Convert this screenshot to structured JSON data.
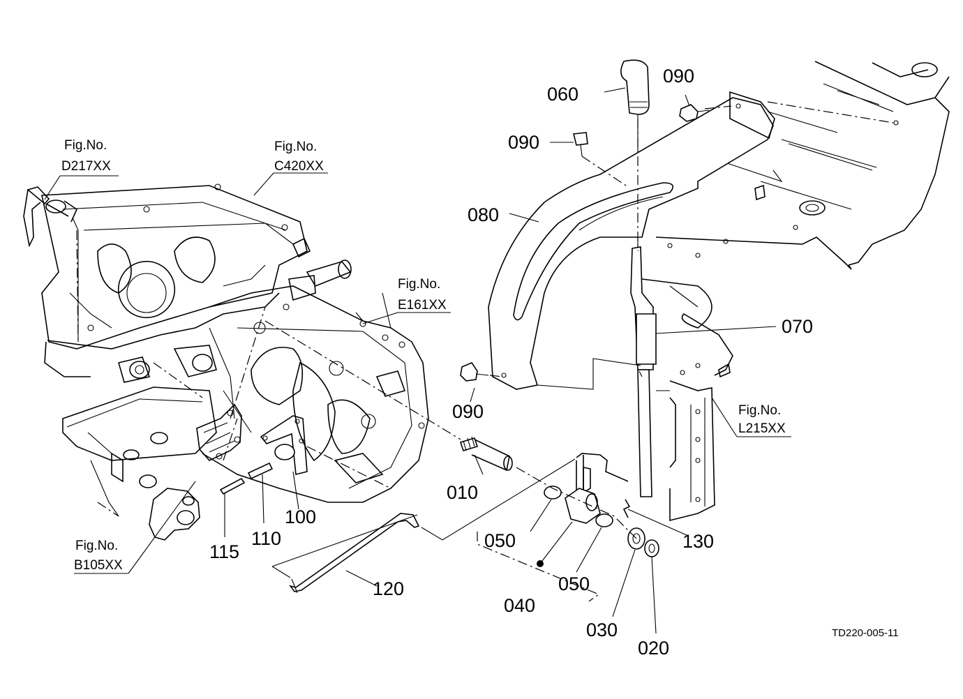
{
  "diagram": {
    "drawing_id": "TD220-005-11",
    "fig_refs": [
      {
        "id": "fig-d217",
        "prefix": "Fig.No.",
        "code": "D217XX"
      },
      {
        "id": "fig-c420",
        "prefix": "Fig.No.",
        "code": "C420XX"
      },
      {
        "id": "fig-e161",
        "prefix": "Fig.No.",
        "code": "E161XX"
      },
      {
        "id": "fig-l215",
        "prefix": "Fig.No.",
        "code": "L215XX"
      },
      {
        "id": "fig-b105",
        "prefix": "Fig.No.",
        "code": "B105XX"
      }
    ],
    "parts": [
      {
        "id": "p060",
        "label": "060"
      },
      {
        "id": "p090a",
        "label": "090"
      },
      {
        "id": "p090b",
        "label": "090"
      },
      {
        "id": "p080",
        "label": "080"
      },
      {
        "id": "p070",
        "label": "070"
      },
      {
        "id": "p090c",
        "label": "090"
      },
      {
        "id": "p010",
        "label": "010"
      },
      {
        "id": "p100",
        "label": "100"
      },
      {
        "id": "p110",
        "label": "110"
      },
      {
        "id": "p115",
        "label": "115"
      },
      {
        "id": "p050a",
        "label": "050"
      },
      {
        "id": "p130",
        "label": "130"
      },
      {
        "id": "p050b",
        "label": "050"
      },
      {
        "id": "p120",
        "label": "120"
      },
      {
        "id": "p040",
        "label": "040"
      },
      {
        "id": "p030",
        "label": "030"
      },
      {
        "id": "p020",
        "label": "020"
      }
    ]
  }
}
